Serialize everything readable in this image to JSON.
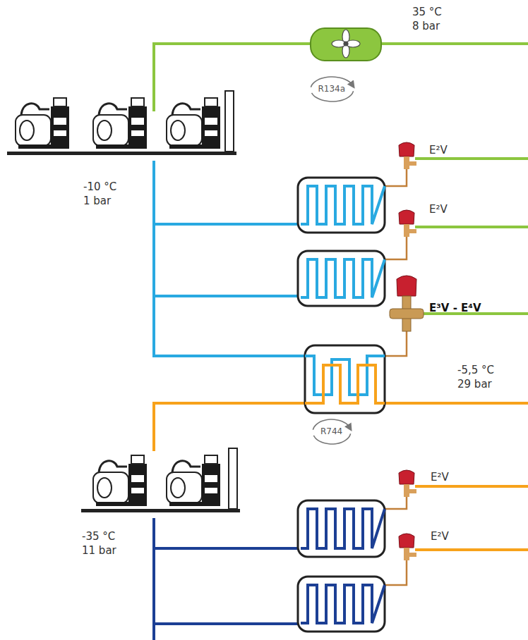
{
  "diagram": {
    "nodes": [
      {
        "text": [
          "R134a"
        ]
      },
      {
        "text": [
          "R744"
        ]
      }
    ],
    "labels": [
      "35 °C",
      "8 bar",
      "-10 °C",
      "1 bar",
      "E²V",
      "E²V",
      "E³V - E⁴V",
      "-5,5 °C",
      "29 bar",
      "-35 °C",
      "11 bar",
      "E²V",
      "E²V"
    ]
  }
}
